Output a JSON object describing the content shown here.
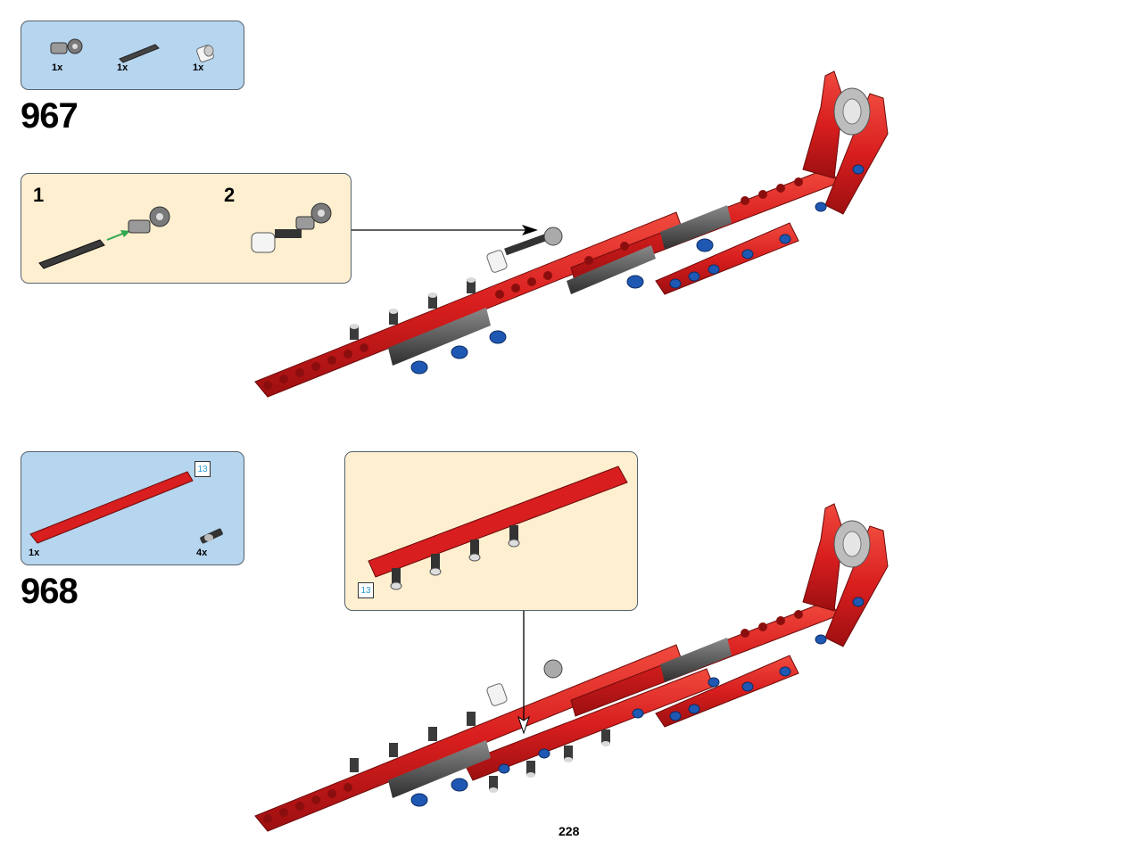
{
  "page_number": "228",
  "steps": [
    {
      "number": "967",
      "parts": [
        {
          "icon": "axle-connector-icon",
          "qty": "1x"
        },
        {
          "icon": "axle-icon",
          "qty": "1x"
        },
        {
          "icon": "bush-icon",
          "qty": "1x"
        }
      ],
      "substeps": [
        "1",
        "2"
      ]
    },
    {
      "number": "968",
      "parts": [
        {
          "icon": "beam-13-icon",
          "qty": "1x",
          "length_tag": "13"
        },
        {
          "icon": "pin-icon",
          "qty": "4x"
        }
      ],
      "callout_length_tag": "13"
    }
  ],
  "colors": {
    "parts_box": "#b6d5ef",
    "callout_box": "#fdefd0",
    "beam_red": "#d81e1e",
    "pin_blue": "#1f58b3",
    "dark_gray": "#3b3b3b",
    "light_gray": "#bfbfbf",
    "length_tag_text": "#2a9bd6",
    "assembly_arrow": "#2fa84f"
  }
}
